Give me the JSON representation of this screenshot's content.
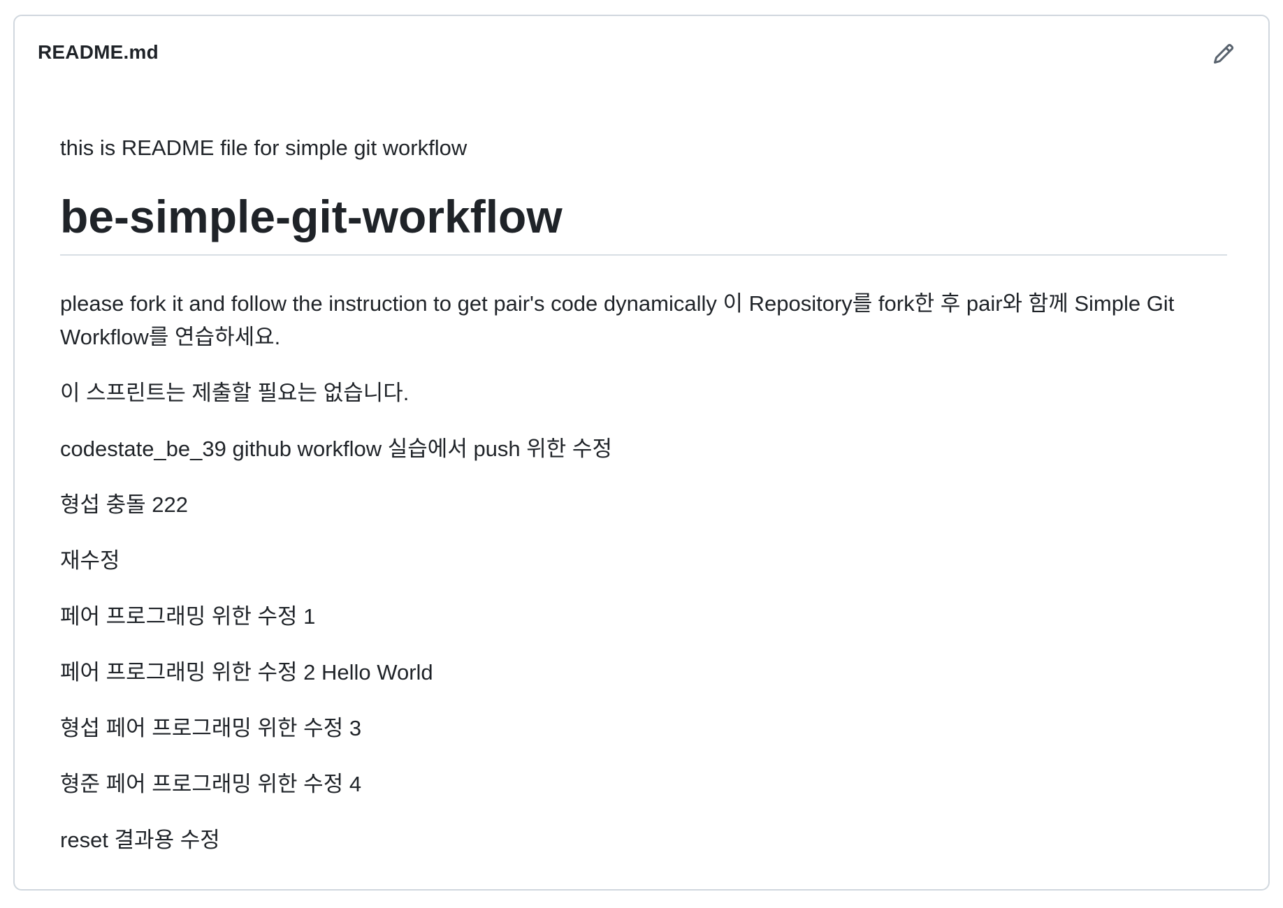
{
  "readme": {
    "filename": "README.md",
    "edit_icon": "pencil-icon",
    "intro": "this is README file for simple git workflow",
    "title": "be-simple-git-workflow",
    "paragraphs": [
      "please fork it and follow the instruction to get pair's code dynamically 이 Repository를 fork한 후 pair와 함께 Simple Git Workflow를 연습하세요.",
      "이 스프린트는 제출할 필요는 없습니다.",
      "codestate_be_39 github workflow 실습에서 push 위한 수정",
      "형섭 충돌 222",
      "재수정",
      "페어 프로그래밍 위한 수정 1",
      "페어 프로그래밍 위한 수정 2 Hello World",
      "형섭 페어 프로그래밍 위한 수정 3",
      "형준 페어 프로그래밍 위한 수정 4",
      "reset 결과용 수정"
    ]
  },
  "colors": {
    "text": "#1f2328",
    "border": "#d0d7de",
    "divider": "#d8dee4",
    "icon": "#59636e"
  }
}
